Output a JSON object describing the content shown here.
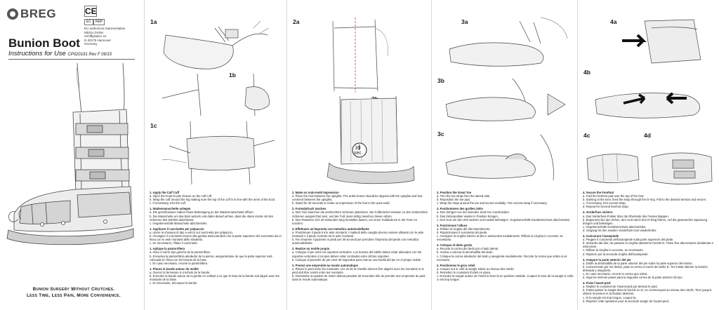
{
  "brand": {
    "name": "BREG"
  },
  "regulatory": {
    "ce": "CE",
    "ec_label": "EC",
    "rep_label": "REP",
    "address": [
      "EU authorized representative",
      "MDSS GmbH",
      "Schiffgraben 41",
      "D-30175 Hannover",
      "Germany"
    ]
  },
  "header": {
    "title": "Bunion Boot",
    "subtitle": "Instructions for Use",
    "code": "CP020191 Rev F 09/15"
  },
  "tagline": {
    "line1": "Bunion Surgery Without Crutches.",
    "line2": "Less Time, Less Pain, More Convenience."
  },
  "figures": {
    "f1a": "1a",
    "f1b": "1b",
    "f1c": "1c",
    "f2a": "2a",
    "f2b": "2b",
    "f3a": "3a",
    "f3b": "3b",
    "f3c": "3c",
    "f4a": "4a",
    "f4b": "4b",
    "f4c": "4c",
    "f4d": "4d"
  },
  "timer": {
    "value": "30",
    "unit": "sec"
  },
  "instructions": {
    "col1": [
      {
        "head": "1. Apply the Calf Cuff",
        "lines": [
          "a. Open the hook-to-pile closure on the calf cuff.",
          "b. Wrap the cuff around the leg making sure the top of the cuff is in line with the arms of the boot.",
          "c. If necessary, trim the cuff."
        ]
      },
      {
        "head": "1. Wadenmanschette anlegen",
        "lines": [
          "a. Die geschlossene Haken-Ösen-Befestigung an der Wadenmanschette öffnen.",
          "b. Die Manschette um das Bein wickeln und dabei darauf achten, dass die obere Kante mit den Schienen des Stiefels abschliesst.",
          "c. Gegebenenfalls Manschette abschneiden."
        ]
      },
      {
        "head": "1. Applicare il cuscinetto per polpaccio",
        "lines": [
          "a. Aprire la chiusura di tipo a velcro sul cuscinetto per polpaccio.",
          "b. Avvolgere il cuscinetto intorno alla gamba assicurandosi che la parte superiore del cuscinetto sia in linea con le aste montanti dello stivaletto.",
          "c. Se necessario, rifilare il cuscinetto."
        ]
      },
      {
        "head": "1. Aplique la pantorrillera",
        "lines": [
          "a. Abra el cierre tipo gancho de la pantorrillera.",
          "b. Envuelva la pantorrillera alrededor de la pierna, asegurándose de que la parte superior esté colocada en línea con los brazos de la bota.",
          "c. En caso necesario, recorte la pantorrillera."
        ]
      },
      {
        "head": "1. Placez la bande autour du mollet",
        "lines": [
          "a. Ouvrez la fermeture à crochets de la bande.",
          "b. Enroulez la bande autour de la jambe en veillant à ce que le haut de la bande soit aligné avec les montants de la botte.",
          "c. Si nécessaire, découpez la bande."
        ]
      }
    ],
    "col2": [
      {
        "head": "2. Make an Auto-mold Impression",
        "lines": [
          "a. Place the foot between the uprights. The ankle bones should be aligned with the uprights and foot centered between the uprights.",
          "b. Stand for 30 seconds to make an impression of the foot in the auto-mold."
        ]
      },
      {
        "head": "2. Formabdruck machen",
        "lines": [
          "a. Den Fuß zwischen die senkrechten Schienen platzieren. Die Fußknöchel müssen zu den senkrechten Schienen ausgerichtet sein, und der Fuß muss mittig zwischen diesen sitzen.",
          "b. Den Patienten sich 30 Sekunden lang hinstellen lassen, um einen Fußabdruck in der Form zu machen."
        ]
      },
      {
        "head": "2. Effettuare un'impronta con metodica automodellante",
        "lines": [
          "a. Posizionare il piede tra le aste montanti. I malleoli della caviglia devono essere allineati con le aste montanti e il piede centrato tra le aste montanti.",
          "b. Far rimanere il paziente in piedi per 30 secondi per prendere l'impronta del piede con metodica automodellante."
        ]
      },
      {
        "head": "2. Realice un molde propio",
        "lines": [
          "a. Coloque el pie entre los soportes verticales. Los huesos del tobillo deben estar alineados con los soportes verticales y los pies deben estar centrados entre dichos soportes.",
          "b. Coloque al paciente de pie unos 30 segundos para marcar una huella del pie en el propio molde."
        ]
      },
      {
        "head": "2. Prenez une empreinte au moule automatique",
        "lines": [
          "a. Placez le pied entre les montants. Les os de la cheville doivent être alignés avec les montants et le pied doit être centré entre les montants.",
          "b. Demandez au patient de rester debout pendant 30 secondes afin de prendre une empreinte du pied dans le moule automatique."
        ]
      }
    ],
    "col3": [
      {
        "head": "3. Position the Great Toe",
        "lines": [
          "a. Trim the toe strap from the lateral side.",
          "b. Reposition the toe pad.",
          "c. Wrap the strap around the toe and secure medially. Trim excess strap if necessary."
        ]
      },
      {
        "head": "3. Positionieren des großen Zehs",
        "lines": [
          "a. Den Zehgurt von der lateralen Seite her zuschneiden.",
          "b. Das Zehenpolster wieder in Position bringen.",
          "c. Den Gurt um den Zeh wickeln und medial befestigen. Gegebenenfalls Gurtüberschuss abschneiden."
        ]
      },
      {
        "head": "3. Posizionare l'alluce",
        "lines": [
          "a. Rifilare la cinghia del dito lateralmente.",
          "b. Riposizionare il cuscinetto del piede.",
          "c. Avvolgere la cinghia intorno al dito e assicurarla medialmente. Rifilare la cinghia in eccesso, se necessario."
        ]
      },
      {
        "head": "3. Coloque el dedo gordo",
        "lines": [
          "a. Recorte la correa del dedo por el lado lateral.",
          "b. Vuelva a colocar la almohadilla del dedo.",
          "c. Coloque la correa alrededor del dedo y asegúrela medialmente. Recorte la correa que sobra si es necesario."
        ]
      },
      {
        "head": "3. Positionnez le gros orteil",
        "lines": [
          "a. Coupez sur le côté la sangle située au niveau des orteils.",
          "b. Remettez le coussinet d'orteil en place.",
          "c. Enroulez la sangle autour de l'orteil et fixez-la en position médiale. Coupez le bout de la sangle si celle-ci est trop longue."
        ]
      }
    ],
    "col4": [
      {
        "head": "4. Secure the Forefoot",
        "lines": [
          "a. Fold the forefoot pad over the top of the foot.",
          "b. Starting at the toes, feed the strap through the D-ring. Pull to the desired tension and secure.",
          "c. If necessary, trim excess strap.",
          "d. Repeat for second forefoot strap."
        ]
      },
      {
        "head": "4. Vorderfuss sichern",
        "lines": [
          "a. Das Vorderfuss-Polster über die Oberseite des Fusses klappen.",
          "b. Beginnend bei den Zehen, den Gurt durch den D-Ring führen. Auf die gewünschte Spannung bringen und befestigen.",
          "c. Gegebenenfalls Gurtüberschuss abschneiden.",
          "d. Vorgang für den zweiten Vorderfuss-Gurt wiederholen."
        ]
      },
      {
        "head": "4. Assicurare l'avampiede",
        "lines": [
          "a. Piegare il cuscinetto dell'avampiede sulla parte superiore del piede.",
          "b. Iniziando dal dito, far passare la cinghia attraverso l'anello D. Tirare fino alla tensione desiderata e assicurare.",
          "c. Rifilare la cinghia in eccesso, se necessario.",
          "d. Ripetere per la seconda cinghia dell'avampiede."
        ]
      },
      {
        "head": "4. Asegure la parte anterior del pie",
        "lines": [
          "a. Doble la almohadilla de la parte anterior del pie sobre la parte superior del mismo.",
          "b. Comenzando por los dedos, pase la correa a través del anillo D. Tire hasta obtener la tensión deseada y asegúrela.",
          "c. En caso necesario, recorte la correa que sobra.",
          "d. Siga los mismos pasos para la segunda correa de la parte anterior del pie."
        ]
      },
      {
        "head": "4. Fixez l'avant-pied",
        "lines": [
          "a. Repliez le coussinet de l'avant-pied par-dessus le pied.",
          "b. Faites passer la sangle dans la boucle en D, en commençant au niveau des orteils. Tirez jusqu'à obtenir la tension et la fixation désirées.",
          "c. Si la sangle est trop longue, coupez-la.",
          "d. Répétez cette opération pour la seconde sangle de l'avant-pied."
        ]
      }
    ]
  }
}
